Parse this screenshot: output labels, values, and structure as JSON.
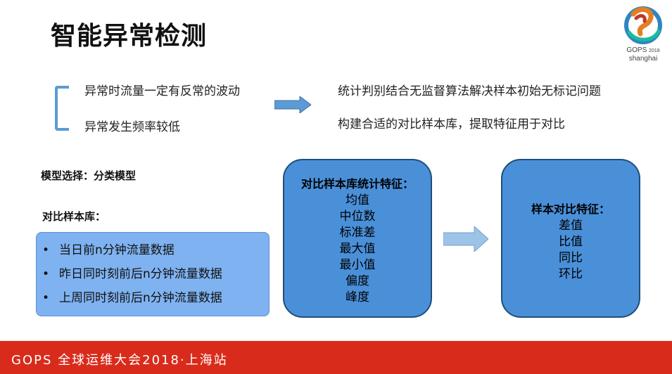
{
  "slide": {
    "title": "智能异常检测",
    "logo": {
      "brand": "GOPS",
      "year": "2018",
      "city": "shanghai"
    },
    "issues": [
      "异常时流量一定有反常的波动",
      "异常发生频率较低"
    ],
    "solutions": [
      "统计判别结合无监督算法解决样本初始无标记问题",
      "构建合适的对比样本库，提取特征用于对比"
    ],
    "model_label": "模型选择：分类模型",
    "library_label": "对比样本库：",
    "library_items": [
      "当日前n分钟流量数据",
      "昨日同时刻前后n分钟流量数据",
      "上周同时刻前后n分钟流量数据"
    ],
    "stats_box": {
      "title": "对比样本库统计特征：",
      "items": [
        "均值",
        "中位数",
        "标准差",
        "最大值",
        "最小值",
        "偏度",
        "峰度"
      ]
    },
    "compare_box": {
      "title": "样本对比特征：",
      "items": [
        "差值",
        "比值",
        "同比",
        "环比"
      ]
    },
    "footer": "GOPS 全球运维大会2018·上海站"
  },
  "colors": {
    "accent": "#5b9bd5",
    "box": "#4a90d9",
    "box_border": "#1f4e79",
    "list_box": "#7fb2f0",
    "footer": "#d92b1b"
  }
}
